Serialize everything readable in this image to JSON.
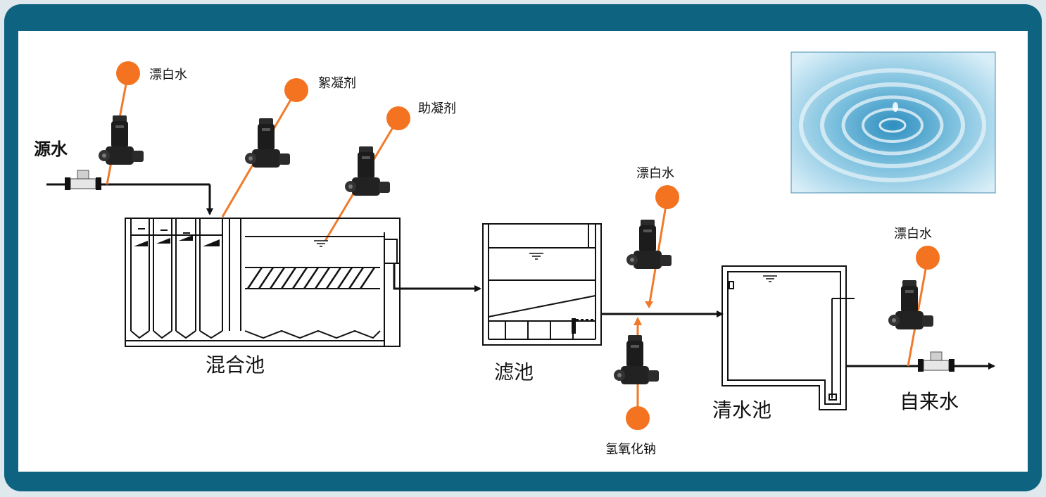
{
  "labels": {
    "source_water": "源水",
    "bleach_1": "漂白水",
    "flocculant": "絮凝剂",
    "coagulant_aid": "助凝剂",
    "mixing_tank": "混合池",
    "filter_tank": "滤池",
    "bleach_2": "漂白水",
    "sodium_hydroxide": "氢氧化钠",
    "clear_water_tank": "清水池",
    "bleach_3": "漂白水",
    "tap_water": "自来水"
  },
  "colors": {
    "frame": "#0d6380",
    "panel": "#ffffff",
    "dose_ball": "#f47320",
    "dose_line": "#f07a2a",
    "pipe": "#111111",
    "pump_body": "#1c1c1c"
  },
  "icons": {
    "water_ripple": "water-ripple-image",
    "metering_pump": "metering-pump-icon",
    "flow_meter": "flow-meter-icon"
  }
}
